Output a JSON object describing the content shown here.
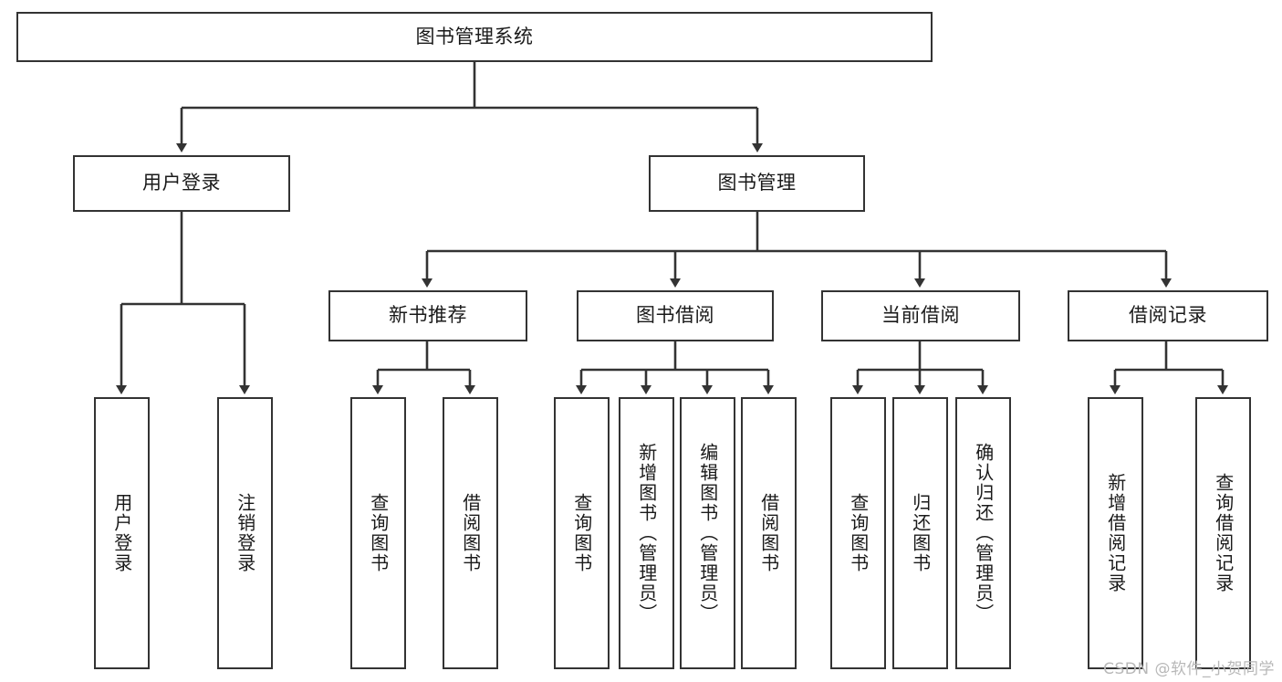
{
  "diagram": {
    "title": "图书管理系统",
    "type": "tree-hierarchy",
    "background_color": "#ffffff",
    "line_color": "#333333",
    "box_fill": "#ffffff",
    "watermark": "CSDN @软件_小贺同学"
  },
  "nodes": {
    "root": {
      "label": "图书管理系统",
      "level": 1,
      "orientation": "horizontal"
    },
    "l2": [
      {
        "label": "用户登录",
        "orientation": "horizontal"
      },
      {
        "label": "图书管理",
        "orientation": "horizontal"
      }
    ],
    "l3": [
      {
        "label": "新书推荐",
        "orientation": "horizontal"
      },
      {
        "label": "图书借阅",
        "orientation": "horizontal"
      },
      {
        "label": "当前借阅",
        "orientation": "horizontal"
      },
      {
        "label": "借阅记录",
        "orientation": "horizontal"
      }
    ],
    "leaves": {
      "user_login": [
        {
          "label": "用户登录",
          "orientation": "vertical"
        },
        {
          "label": "注销登录",
          "orientation": "vertical"
        }
      ],
      "new_book_rec": [
        {
          "label": "查询图书",
          "orientation": "vertical"
        },
        {
          "label": "借阅图书",
          "orientation": "vertical"
        }
      ],
      "book_borrow": [
        {
          "label": "查询图书",
          "orientation": "vertical"
        },
        {
          "label": "新增图书（管理员）",
          "orientation": "vertical"
        },
        {
          "label": "编辑图书（管理员）",
          "orientation": "vertical"
        },
        {
          "label": "借阅图书",
          "orientation": "vertical"
        }
      ],
      "current_borrow": [
        {
          "label": "查询图书",
          "orientation": "vertical"
        },
        {
          "label": "归还图书",
          "orientation": "vertical"
        },
        {
          "label": "确认归还（管理员）",
          "orientation": "vertical"
        }
      ],
      "borrow_record": [
        {
          "label": "新增借阅记录",
          "orientation": "vertical"
        },
        {
          "label": "查询借阅记录",
          "orientation": "vertical"
        }
      ]
    }
  }
}
